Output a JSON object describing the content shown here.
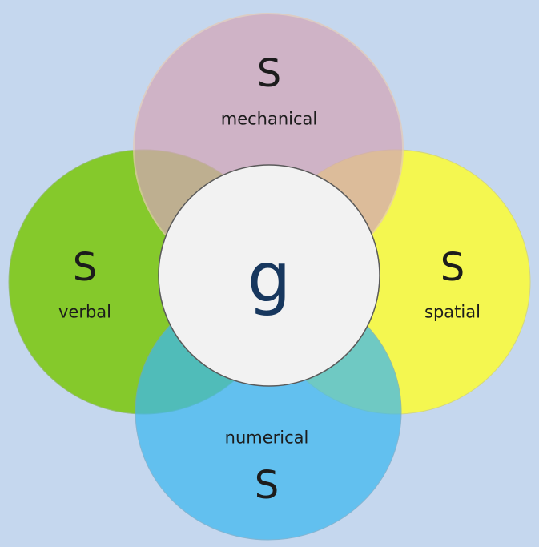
{
  "diagram": {
    "center": {
      "symbol": "g",
      "color": "#17375e",
      "fill": "#f2f2f2"
    },
    "ellipses": [
      {
        "id": "verbal",
        "symbol": "S",
        "label": "verbal",
        "color": "#7ac70a"
      },
      {
        "id": "spatial",
        "symbol": "S",
        "label": "spatial",
        "color": "#ffff2e"
      },
      {
        "id": "mechanical",
        "symbol": "S",
        "label": "mechanical",
        "color": "#d4a6b7"
      },
      {
        "id": "numerical",
        "symbol": "S",
        "label": "numerical",
        "color": "#3db8f0"
      }
    ]
  }
}
